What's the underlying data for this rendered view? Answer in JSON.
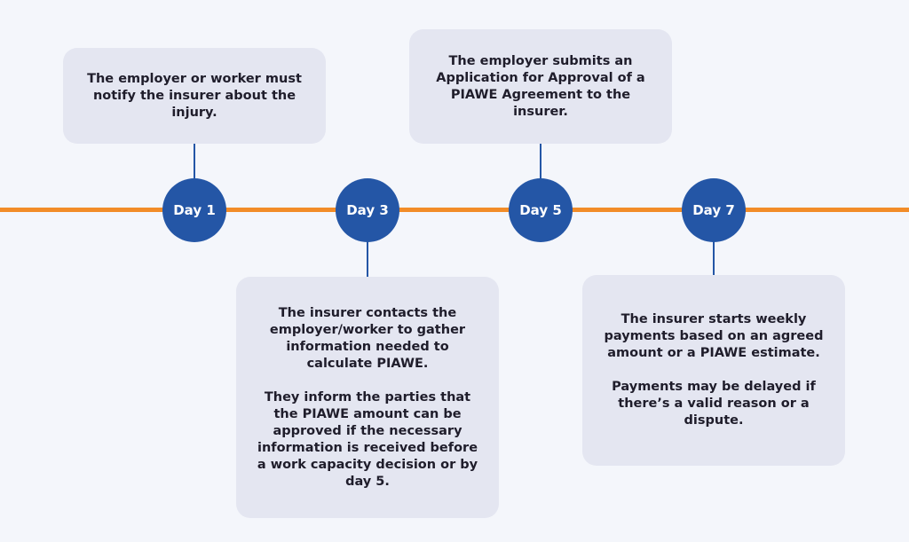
{
  "timeline": {
    "accent_color": "#f28c28",
    "marker_color": "#2456a6",
    "box_color": "#e4e6f1",
    "days": [
      {
        "label": "Day 1"
      },
      {
        "label": "Day 3"
      },
      {
        "label": "Day 5"
      },
      {
        "label": "Day 7"
      }
    ]
  },
  "notes": {
    "day1": {
      "text": "The employer or worker must notify the insurer about the injury."
    },
    "day3": {
      "paragraph1": "The insurer contacts the employer/worker to gather information needed to calculate PIAWE.",
      "paragraph2": "They inform the parties that the PIAWE amount can be approved if the necessary information is received before a work capacity decision or by day 5."
    },
    "day5": {
      "text": "The employer submits an Application for Approval of a PIAWE Agreement to the insurer."
    },
    "day7": {
      "paragraph1": "The insurer starts weekly payments based on an agreed amount or a PIAWE estimate.",
      "paragraph2": "Payments may be delayed if there’s a valid reason or a dispute."
    }
  }
}
